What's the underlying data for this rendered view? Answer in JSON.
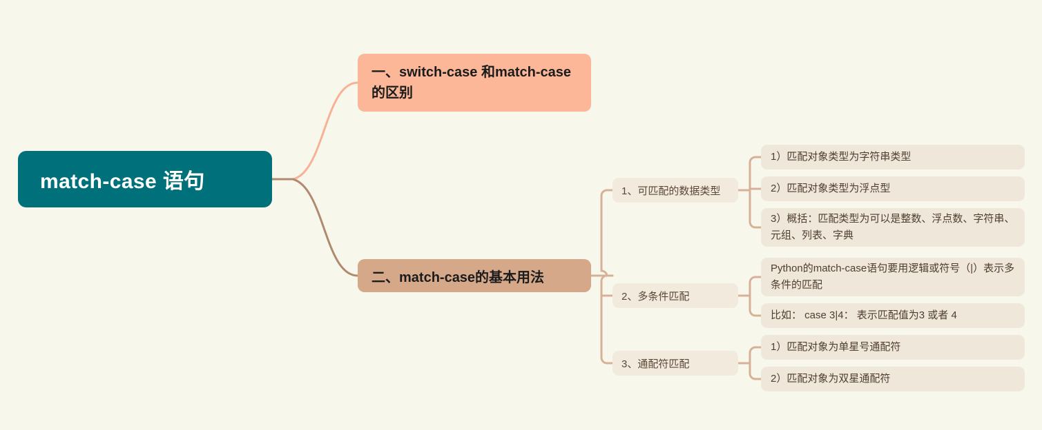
{
  "colors": {
    "background": "#f8f7ec",
    "root_fill": "#00707a",
    "root_text": "#ffffff",
    "branch1_fill": "#fbb797",
    "branch2_fill": "#d4a889",
    "level2_fill": "#f2ebdd",
    "leaf_fill": "#efe8da",
    "connector_salmon": "#f7b195",
    "connector_brown": "#b08a6f",
    "connector_tan": "#d7b197",
    "body_text": "#4f3d2d"
  },
  "mindmap": {
    "root": {
      "label": "match-case 语句"
    },
    "branches": [
      {
        "label": "一、switch-case 和match-case的区别",
        "children": []
      },
      {
        "label": "二、match-case的基本用法",
        "children": [
          {
            "label": "1、可匹配的数据类型",
            "leaves": [
              "1）匹配对象类型为字符串类型",
              "2）匹配对象类型为浮点型",
              "3）概括：匹配类型为可以是整数、浮点数、字符串、元组、列表、字典"
            ]
          },
          {
            "label": "2、多条件匹配",
            "leaves": [
              "Python的match-case语句要用逻辑或符号（|）表示多条件的匹配",
              "比如： case 3|4： 表示匹配值为3 或者 4"
            ]
          },
          {
            "label": "3、通配符匹配",
            "leaves": [
              "1）匹配对象为单星号通配符",
              "2）匹配对象为双星通配符"
            ]
          }
        ]
      }
    ]
  }
}
